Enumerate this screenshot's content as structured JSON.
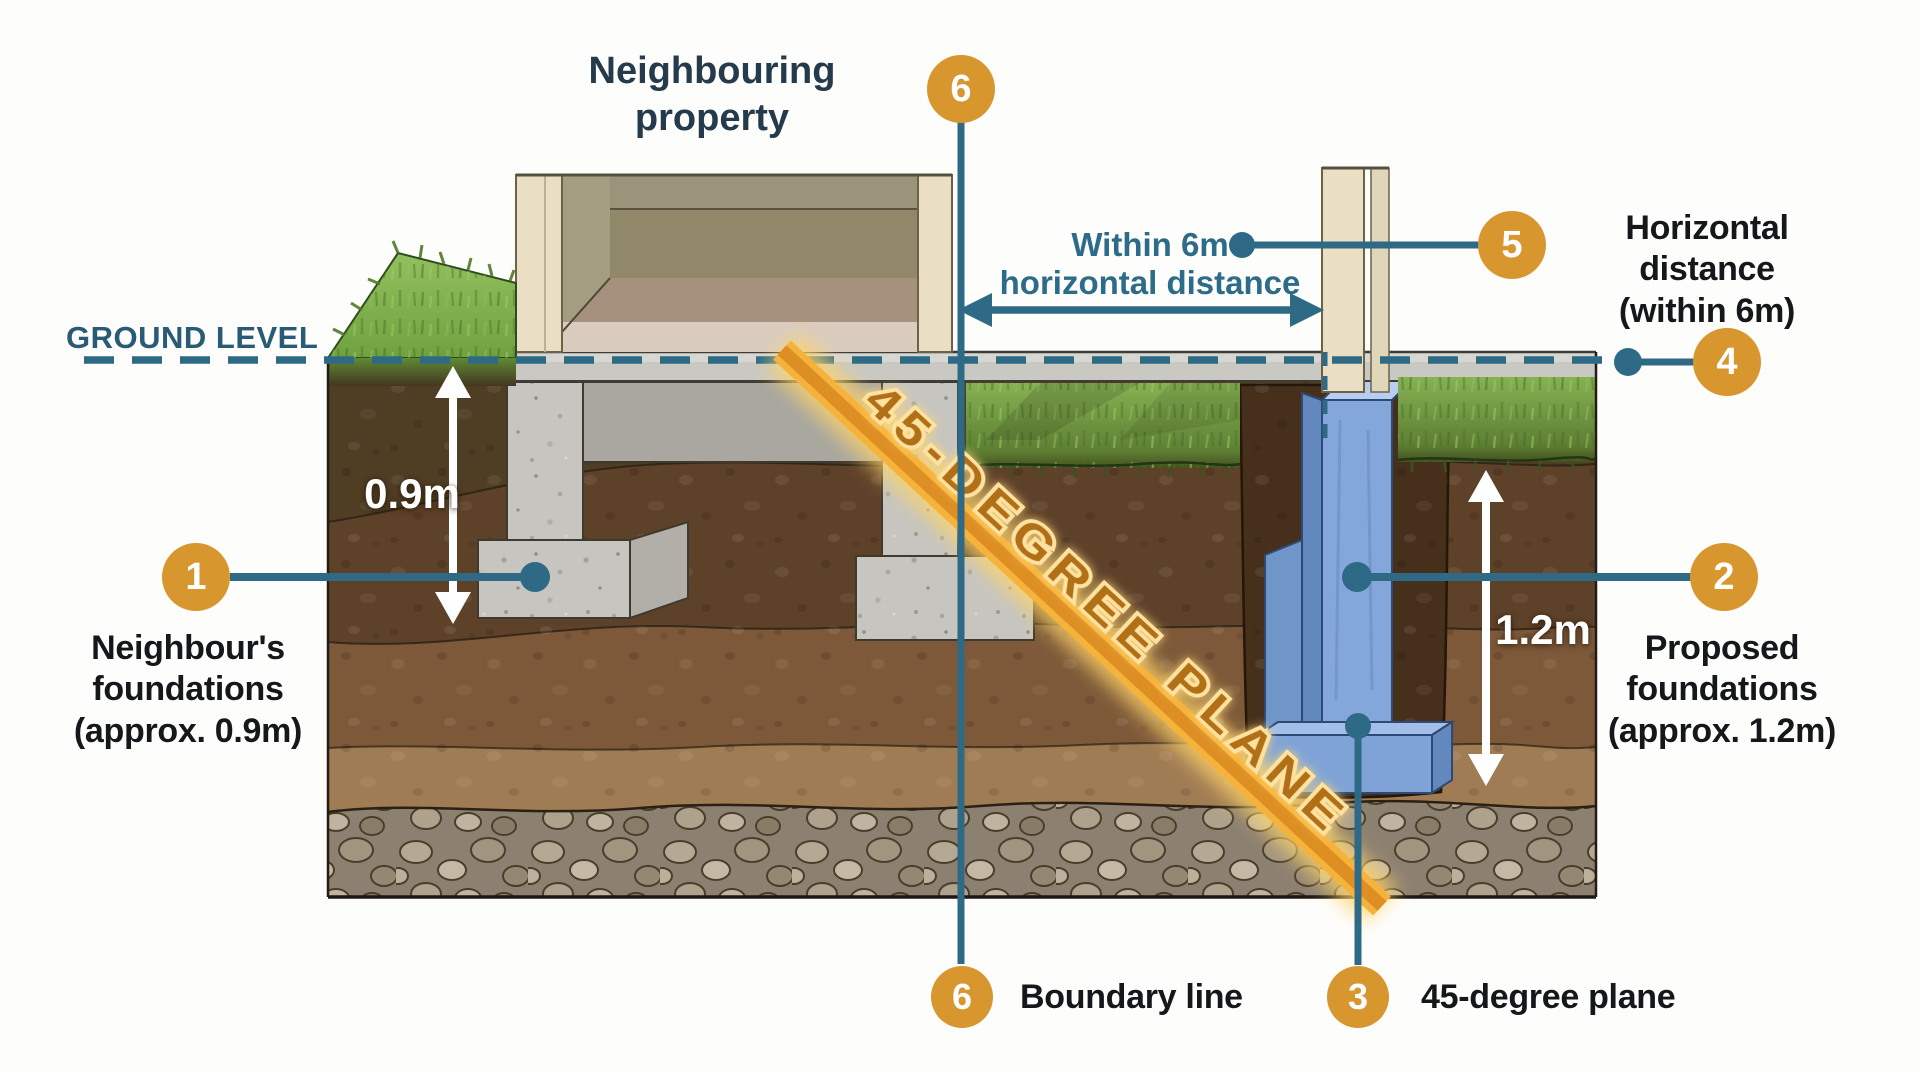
{
  "scene": {
    "neighbouring_property": [
      "Neighbouring",
      "property"
    ],
    "ground_level": "GROUND LEVEL",
    "plane_band_text": "45-DEGREE PLANE"
  },
  "measurements": {
    "neighbour_depth": "0.9m",
    "proposed_depth": "1.2m",
    "horizontal_dimension": [
      "Within 6m",
      "horizontal distance"
    ]
  },
  "markers": {
    "m1": {
      "number": "1",
      "label_lines": [
        "Neighbour's",
        "foundations",
        "(approx. 0.9m)"
      ]
    },
    "m2": {
      "number": "2",
      "label_lines": [
        "Proposed",
        "foundations",
        "(approx. 1.2m)"
      ]
    },
    "m3": {
      "number": "3",
      "label": "45-degree plane"
    },
    "m4": {
      "number": "4"
    },
    "m5": {
      "number": "5",
      "label_lines": [
        "Horizontal distance",
        "(within 6m)"
      ]
    },
    "m6_top": {
      "number": "6"
    },
    "m6_bottom": {
      "number": "6",
      "label": "Boundary line"
    }
  },
  "colors": {
    "marker_orange": "#D8962F",
    "teal": "#2E6A85",
    "label_dark": "#15181B",
    "heading_navy": "#253B4C",
    "plane_orange": "#E8A13A",
    "foundation_blue": "#84A7DB",
    "concrete_grey": "#C6C5C0",
    "grass_green": "#7DB04A"
  }
}
